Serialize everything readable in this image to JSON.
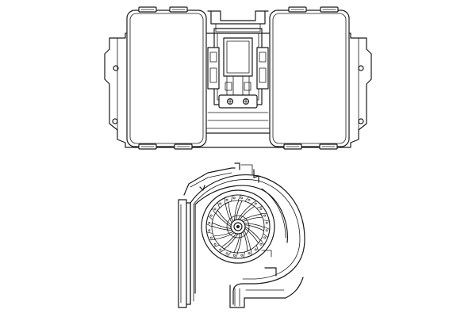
{
  "colors": {
    "line": "#1a1a1a",
    "background": "#ffffff"
  },
  "views": [
    {
      "id": "top-view",
      "parts": [
        "mounting-plate",
        "left-scroll-housing",
        "right-scroll-housing",
        "center-motor-bracket",
        "motor-terminal-screws",
        "mounting-holes"
      ]
    },
    {
      "id": "side-view",
      "parts": [
        "volute-housing",
        "blower-wheel",
        "hub",
        "outlet-flange",
        "inlet-ring"
      ]
    }
  ],
  "blower_wheel": {
    "blade_count": 12,
    "vane_count": 24
  }
}
